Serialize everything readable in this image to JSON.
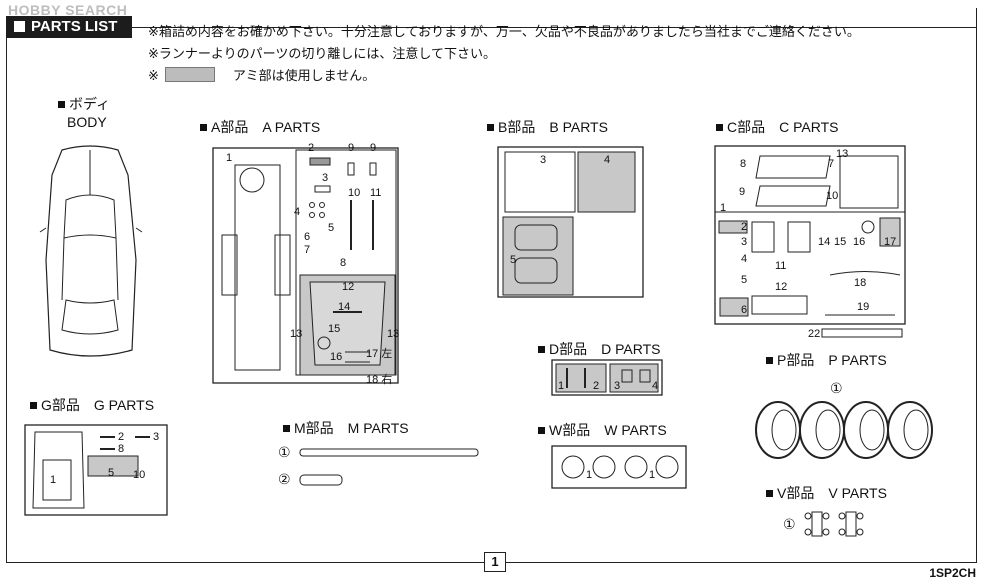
{
  "watermark": "HOBBY SEARCH",
  "header": {
    "title": "PARTS LIST"
  },
  "notes": [
    "※箱詰め内容をお確かめ下さい。十分注意しておりますが、万一、欠品や不良品がありましたら当社までご連絡ください。",
    "※ランナーよりのパーツの切り離しには、注意して下さい。",
    "※",
    "アミ部は使用しません。"
  ],
  "sections": {
    "body": {
      "title_jp": "ボディ",
      "title_en": "BODY"
    },
    "a": {
      "title": "A部品　A PARTS",
      "labels": [
        "1",
        "2",
        "9",
        "9",
        "3",
        "10",
        "11",
        "4",
        "5",
        "6",
        "7",
        "8",
        "12",
        "14",
        "13",
        "13",
        "15",
        "16",
        "17 左",
        "18 右"
      ]
    },
    "b": {
      "title": "B部品　B PARTS",
      "labels": [
        "3",
        "4",
        "5"
      ]
    },
    "c": {
      "title": "C部品　C PARTS",
      "labels": [
        "8",
        "7",
        "13",
        "9",
        "10",
        "1",
        "2",
        "3",
        "4",
        "5",
        "11",
        "14",
        "15",
        "16",
        "17",
        "12",
        "18",
        "6",
        "19",
        "22"
      ]
    },
    "d": {
      "title": "D部品　D PARTS",
      "labels": [
        "1",
        "2",
        "3",
        "4"
      ]
    },
    "p": {
      "title": "P部品　P PARTS",
      "marker": "①"
    },
    "g": {
      "title": "G部品　G PARTS",
      "labels": [
        "1",
        "2",
        "3",
        "8",
        "5",
        "10"
      ]
    },
    "m": {
      "title": "M部品　M PARTS",
      "markers": [
        "①",
        "②"
      ]
    },
    "w": {
      "title": "W部品　W PARTS",
      "labels": [
        "1",
        "1"
      ]
    },
    "v": {
      "title": "V部品　V PARTS",
      "marker": "①"
    }
  },
  "footer": {
    "page": "1",
    "code": "1SP2CH"
  },
  "colors": {
    "shade": "#bcbcbc",
    "line": "#222222"
  }
}
